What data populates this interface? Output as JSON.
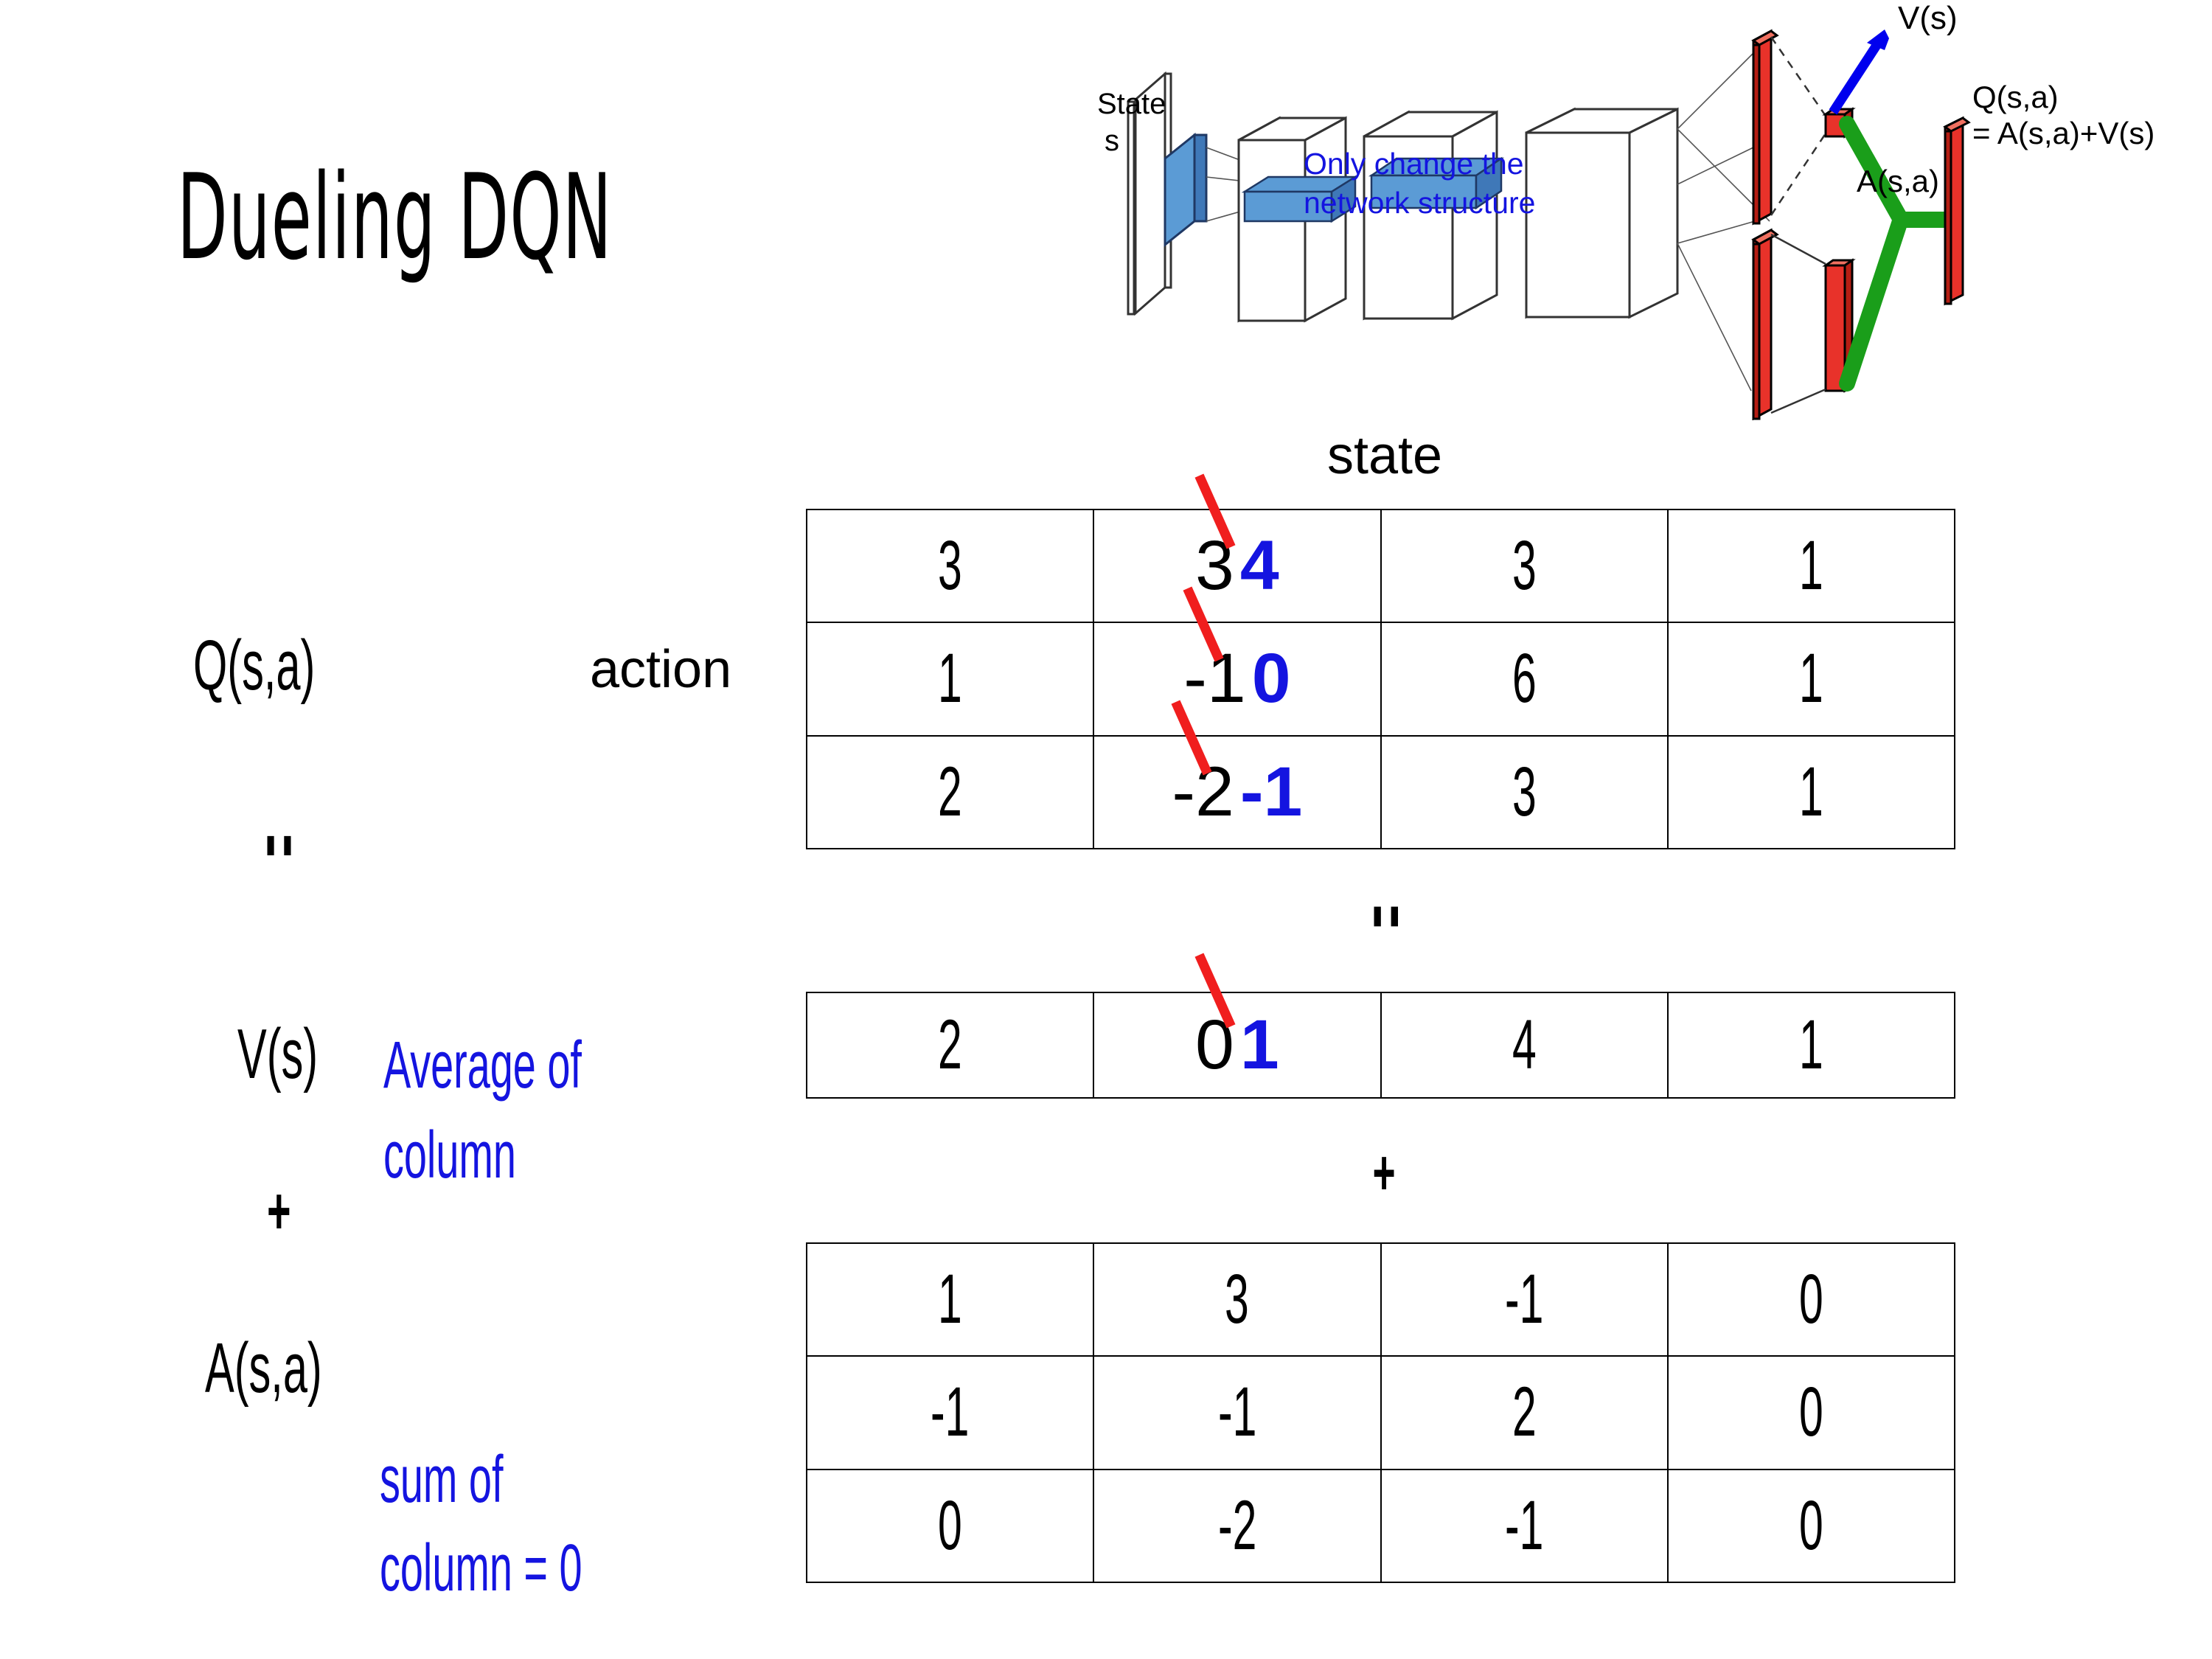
{
  "slide": {
    "title": "Dueling DQN"
  },
  "diagram": {
    "input_label_line1": "State",
    "input_label_line2": "s",
    "note_line1": "Only change the",
    "note_line2": "network structure",
    "value_label": "V(s)",
    "advantage_label": "A(s,a)",
    "q_label_line1": "Q(s,a)",
    "q_label_line2": "= A(s,a)+V(s)",
    "colors": {
      "note": "#1414E0",
      "arrow": "#0000EE",
      "bar": "#E8322A",
      "merge": "#1A9E1A",
      "conv": "#5B9BD5"
    }
  },
  "axes": {
    "state_label": "state",
    "action_label": "action"
  },
  "left_labels": {
    "q_label": "Q(s,a)",
    "equals_under_q": "=",
    "v_label": "V(s)",
    "v_note_line1": "Average of",
    "v_note_line2": "column",
    "plus_under_v": "+",
    "a_label": "A(s,a)",
    "a_note_line1": "sum of",
    "a_note_line2": "column = 0"
  },
  "operators": {
    "equals_between_q_and_v": "=",
    "plus_between_v_and_a": "+"
  },
  "chart_data": {
    "type": "table",
    "title": "Dueling DQN decomposition Q(s,a) = V(s) + A(s,a)",
    "xlabel": "state",
    "ylabel": "action",
    "tables": [
      {
        "name": "Q(s,a)",
        "rows": 3,
        "cols": 4,
        "values": [
          [
            3,
            3,
            3,
            1
          ],
          [
            1,
            -1,
            6,
            1
          ],
          [
            2,
            -2,
            3,
            1
          ]
        ],
        "edits": [
          {
            "row": 0,
            "col": 1,
            "old": "3",
            "new": "4",
            "struck": true
          },
          {
            "row": 1,
            "col": 1,
            "old": "-1",
            "new": "0",
            "struck": true
          },
          {
            "row": 2,
            "col": 1,
            "old": "-2",
            "new": "-1",
            "struck": true
          }
        ],
        "updated_values": [
          [
            3,
            4,
            3,
            1
          ],
          [
            1,
            0,
            6,
            1
          ],
          [
            2,
            -1,
            3,
            1
          ]
        ]
      },
      {
        "name": "V(s)",
        "rows": 1,
        "cols": 4,
        "values": [
          [
            2,
            0,
            4,
            1
          ]
        ],
        "edits": [
          {
            "row": 0,
            "col": 1,
            "old": "0",
            "new": "1",
            "struck": true
          }
        ],
        "updated_values": [
          [
            2,
            1,
            4,
            1
          ]
        ]
      },
      {
        "name": "A(s,a)",
        "rows": 3,
        "cols": 4,
        "values": [
          [
            1,
            3,
            -1,
            0
          ],
          [
            -1,
            -1,
            2,
            0
          ],
          [
            0,
            -2,
            -1,
            0
          ]
        ],
        "edits": []
      }
    ],
    "annotations": [
      "Average of column",
      "sum of column = 0"
    ],
    "colors": {
      "edit_new": "#1414E0",
      "strikethrough": "#F01E1E",
      "grid": "#000000"
    }
  }
}
